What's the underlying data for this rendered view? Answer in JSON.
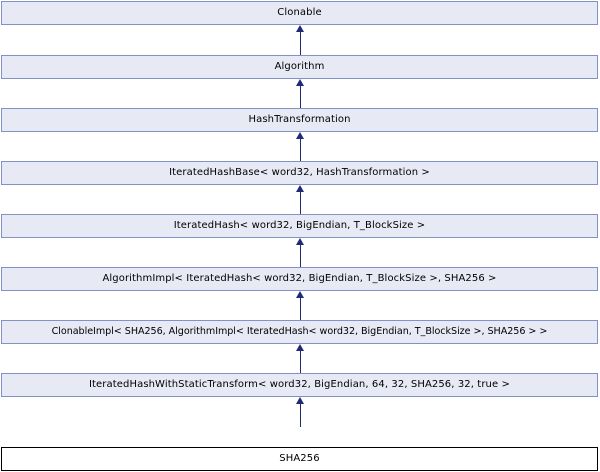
{
  "diagram": {
    "type": "class-inheritance",
    "title": "Inheritance diagram for SHA256",
    "orientation": "vertical-bottom-up",
    "arrow_direction": "points-to-base-class",
    "colors": {
      "node_fill": "#e7eaf5",
      "node_border": "#8292c4",
      "current_node_fill": "#ffffff",
      "current_node_border": "#000000",
      "edge": "#1f2a79",
      "text": "#000000",
      "background": "#ffffff"
    },
    "nodes": [
      {
        "label": "Clonable",
        "current": false
      },
      {
        "label": "Algorithm",
        "current": false
      },
      {
        "label": "HashTransformation",
        "current": false
      },
      {
        "label": "IteratedHashBase< word32, HashTransformation >",
        "current": false
      },
      {
        "label": "IteratedHash< word32, BigEndian, T_BlockSize >",
        "current": false
      },
      {
        "label": "AlgorithmImpl< IteratedHash< word32, BigEndian, T_BlockSize >, SHA256 >",
        "current": false
      },
      {
        "label": "ClonableImpl< SHA256, AlgorithmImpl< IteratedHash< word32, BigEndian, T_BlockSize >, SHA256 > >",
        "current": false
      },
      {
        "label": "IteratedHashWithStaticTransform< word32, BigEndian, 64, 32, SHA256, 32, true >",
        "current": false
      },
      {
        "label": "SHA256",
        "current": true
      }
    ],
    "edges": [
      {
        "from": "Algorithm",
        "to": "Clonable"
      },
      {
        "from": "HashTransformation",
        "to": "Algorithm"
      },
      {
        "from": "IteratedHashBase< word32, HashTransformation >",
        "to": "HashTransformation"
      },
      {
        "from": "IteratedHash< word32, BigEndian, T_BlockSize >",
        "to": "IteratedHashBase< word32, HashTransformation >"
      },
      {
        "from": "AlgorithmImpl< IteratedHash< word32, BigEndian, T_BlockSize >, SHA256 >",
        "to": "IteratedHash< word32, BigEndian, T_BlockSize >"
      },
      {
        "from": "ClonableImpl< SHA256, AlgorithmImpl< IteratedHash< word32, BigEndian, T_BlockSize >, SHA256 > >",
        "to": "AlgorithmImpl< IteratedHash< word32, BigEndian, T_BlockSize >, SHA256 >"
      },
      {
        "from": "IteratedHashWithStaticTransform< word32, BigEndian, 64, 32, SHA256, 32, true >",
        "to": "ClonableImpl< SHA256, AlgorithmImpl< IteratedHash< word32, BigEndian, T_BlockSize >, SHA256 > >"
      },
      {
        "from": "SHA256",
        "to": "IteratedHashWithStaticTransform< word32, BigEndian, 64, 32, SHA256, 32, true >"
      }
    ]
  }
}
